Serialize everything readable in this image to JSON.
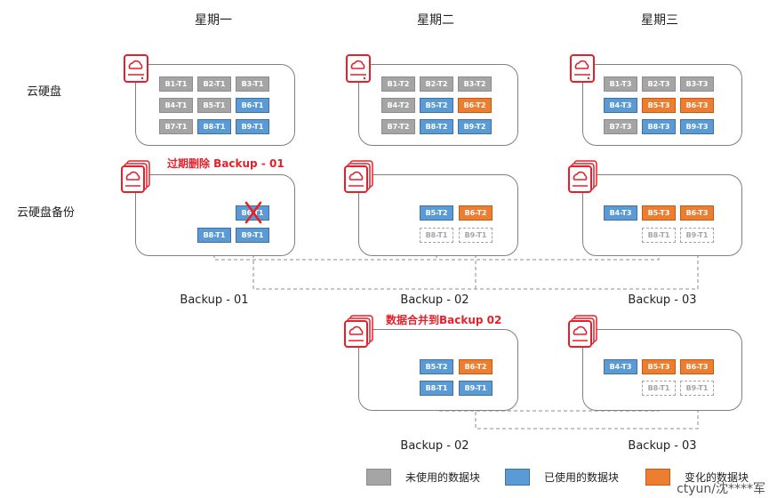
{
  "headers": [
    "星期一",
    "星期二",
    "星期三"
  ],
  "row_labels": {
    "disk": "云硬盘",
    "backup": "云硬盘备份"
  },
  "panels": {
    "disk_mon": {
      "blocks": [
        {
          "label": "B1-T1",
          "status": "unused"
        },
        {
          "label": "B2-T1",
          "status": "unused"
        },
        {
          "label": "B3-T1",
          "status": "unused"
        },
        {
          "label": "B4-T1",
          "status": "unused"
        },
        {
          "label": "B5-T1",
          "status": "unused"
        },
        {
          "label": "B6-T1",
          "status": "used"
        },
        {
          "label": "B7-T1",
          "status": "unused"
        },
        {
          "label": "B8-T1",
          "status": "used"
        },
        {
          "label": "B9-T1",
          "status": "used"
        }
      ]
    },
    "disk_tue": {
      "blocks": [
        {
          "label": "B1-T2",
          "status": "unused"
        },
        {
          "label": "B2-T2",
          "status": "unused"
        },
        {
          "label": "B3-T2",
          "status": "unused"
        },
        {
          "label": "B4-T2",
          "status": "unused"
        },
        {
          "label": "B5-T2",
          "status": "used"
        },
        {
          "label": "B6-T2",
          "status": "changed"
        },
        {
          "label": "B7-T2",
          "status": "unused"
        },
        {
          "label": "B8-T2",
          "status": "used"
        },
        {
          "label": "B9-T2",
          "status": "used"
        }
      ]
    },
    "disk_wed": {
      "blocks": [
        {
          "label": "B1-T3",
          "status": "unused"
        },
        {
          "label": "B2-T3",
          "status": "unused"
        },
        {
          "label": "B3-T3",
          "status": "unused"
        },
        {
          "label": "B4-T3",
          "status": "used"
        },
        {
          "label": "B5-T3",
          "status": "changed"
        },
        {
          "label": "B6-T3",
          "status": "changed"
        },
        {
          "label": "B7-T3",
          "status": "unused"
        },
        {
          "label": "B8-T3",
          "status": "used"
        },
        {
          "label": "B9-T3",
          "status": "used"
        }
      ]
    },
    "backup_01": {
      "title": "过期删除 Backup - 01",
      "caption": "Backup - 01",
      "deleted_block": "B6-T1",
      "bottom": [
        "B8-T1",
        "B9-T1"
      ]
    },
    "backup_02": {
      "caption": "Backup - 02",
      "top": [
        "B5-T2",
        "B6-T2"
      ],
      "bottom": [
        "B8-T1",
        "B9-T1"
      ]
    },
    "backup_03": {
      "caption": "Backup - 03",
      "top": [
        "B4-T3",
        "B5-T3",
        "B6-T3"
      ],
      "bottom": [
        "B8-T1",
        "B9-T1"
      ]
    },
    "merged_02": {
      "title": "数据合并到Backup 02",
      "caption": "Backup - 02",
      "top": [
        "B5-T2",
        "B6-T2"
      ],
      "bottom": [
        "B8-T1",
        "B9-T1"
      ]
    },
    "merged_03": {
      "caption": "Backup - 03",
      "top": [
        "B4-T3",
        "B5-T3",
        "B6-T3"
      ],
      "bottom": [
        "B8-T1",
        "B9-T1"
      ]
    }
  },
  "legend": [
    {
      "label": "未使用的数据块",
      "color": "#a5a5a5"
    },
    {
      "label": "已使用的数据块",
      "color": "#5b9bd5"
    },
    {
      "label": "变化的数据块",
      "color": "#ed7d31"
    }
  ],
  "watermark": "ctyun/沈****军",
  "colors": {
    "icon_red": "#e6202a",
    "unused": "#a5a5a5",
    "used": "#5b9bd5",
    "changed": "#ed7d31"
  }
}
